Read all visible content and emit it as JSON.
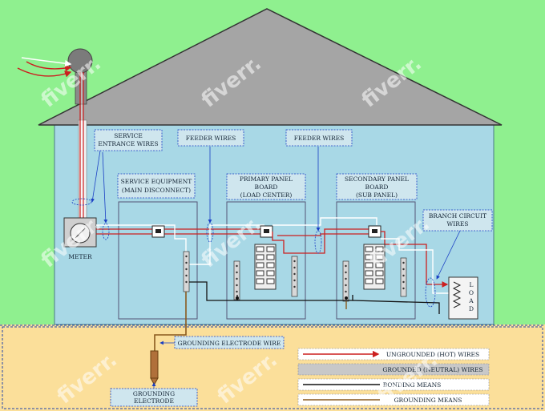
{
  "labels": {
    "service_entrance_1": "SERVICE",
    "service_entrance_2": "ENTRANCE WIRES",
    "feeder_1": "FEEDER WIRES",
    "feeder_2": "FEEDER WIRES",
    "service_equipment_1": "SERVICE EQUIPMENT",
    "service_equipment_2": "(MAIN DISCONNECT)",
    "primary_1": "PRIMARY PANEL",
    "primary_2": "BOARD",
    "primary_3": "(LOAD CENTER)",
    "secondary_1": "SECONDARY PANEL",
    "secondary_2": "BOARD",
    "secondary_3": "(SUB PANEL)",
    "branch_1": "BRANCH CIRCUIT",
    "branch_2": "WIRES",
    "meter": "METER",
    "load_l": "L",
    "load_o": "O",
    "load_a": "A",
    "load_d": "D",
    "grounding_electrode_wire": "GROUNDING ELECTRODE WIRE",
    "grounding_electrode_1": "GROUNDING",
    "grounding_electrode_2": "ELECTRODE"
  },
  "legend": {
    "hot": "UNGROUNDED (HOT) WIRES",
    "neutral": "GROUNDED (NEUTRAL) WIRES",
    "bonding": "BONDING MEANS",
    "grounding": "GROUNDING MEANS"
  },
  "watermark": "fiverr.",
  "colors": {
    "hot": "#cc1f1f",
    "neutral": "#ffffff",
    "bonding": "#111111",
    "grounding": "#8a5a1e",
    "callout": "#1a3fc4"
  }
}
